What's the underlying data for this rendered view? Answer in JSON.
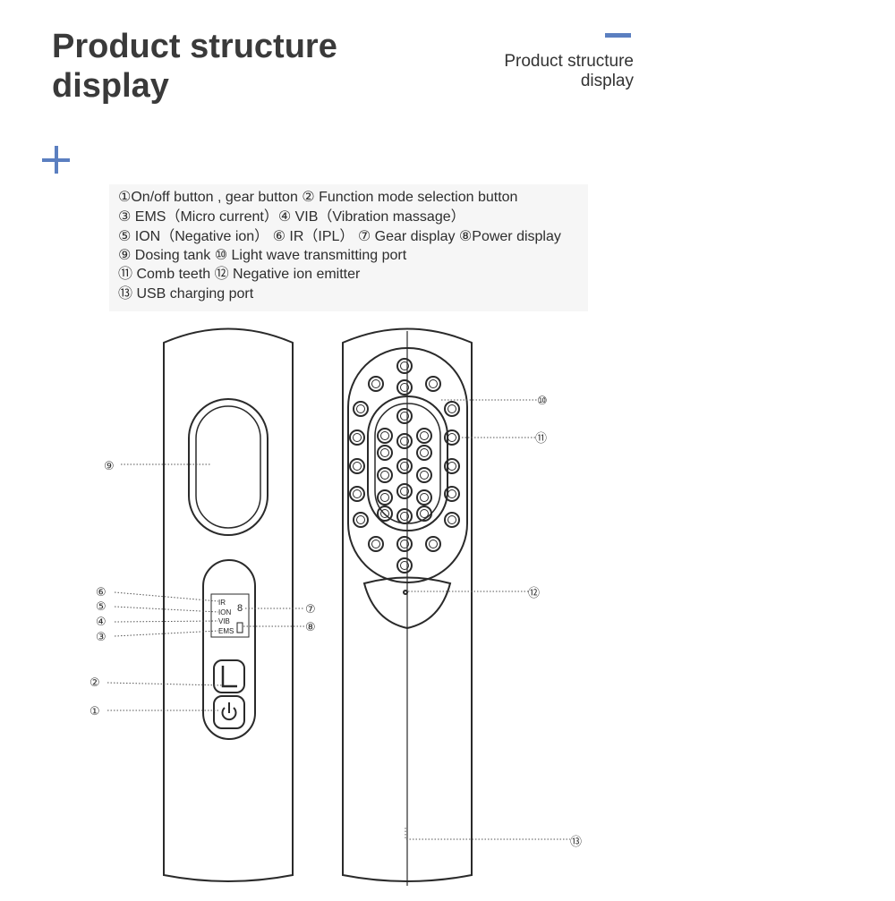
{
  "header": {
    "title": "Product structure display",
    "subtitle_line1": "Product structure",
    "subtitle_line2": "display"
  },
  "legend": {
    "lines": [
      "①On/off button , gear button  ②  Function mode selection button",
      "③ EMS（Micro current）④  VIB（Vibration massage）",
      "⑤ ION（Negative ion） ⑥  IR（IPL） ⑦ Gear display  ⑧Power display",
      "⑨  Dosing tank ⑩  Light wave transmitting port",
      "⑪ Comb teeth   ⑫  Negative ion emitter",
      "⑬ USB charging port"
    ]
  },
  "callouts": {
    "c1": "①",
    "c2": "②",
    "c3": "③",
    "c4": "④",
    "c5": "⑤",
    "c6": "⑥",
    "c7": "⑦",
    "c8": "⑧",
    "c9": "⑨",
    "c10": "⑩",
    "c11": "⑪",
    "c12": "⑫",
    "c13": "⑬"
  },
  "display_labels": {
    "ir": "IR",
    "ion": "ION",
    "vib": "VIB",
    "ems": "EMS",
    "digit": "8"
  },
  "colors": {
    "accent": "#5b7fc0",
    "outline": "#2a2a2a"
  },
  "icons": {
    "mode_button": "L-glyph",
    "power_button": "power-icon"
  }
}
